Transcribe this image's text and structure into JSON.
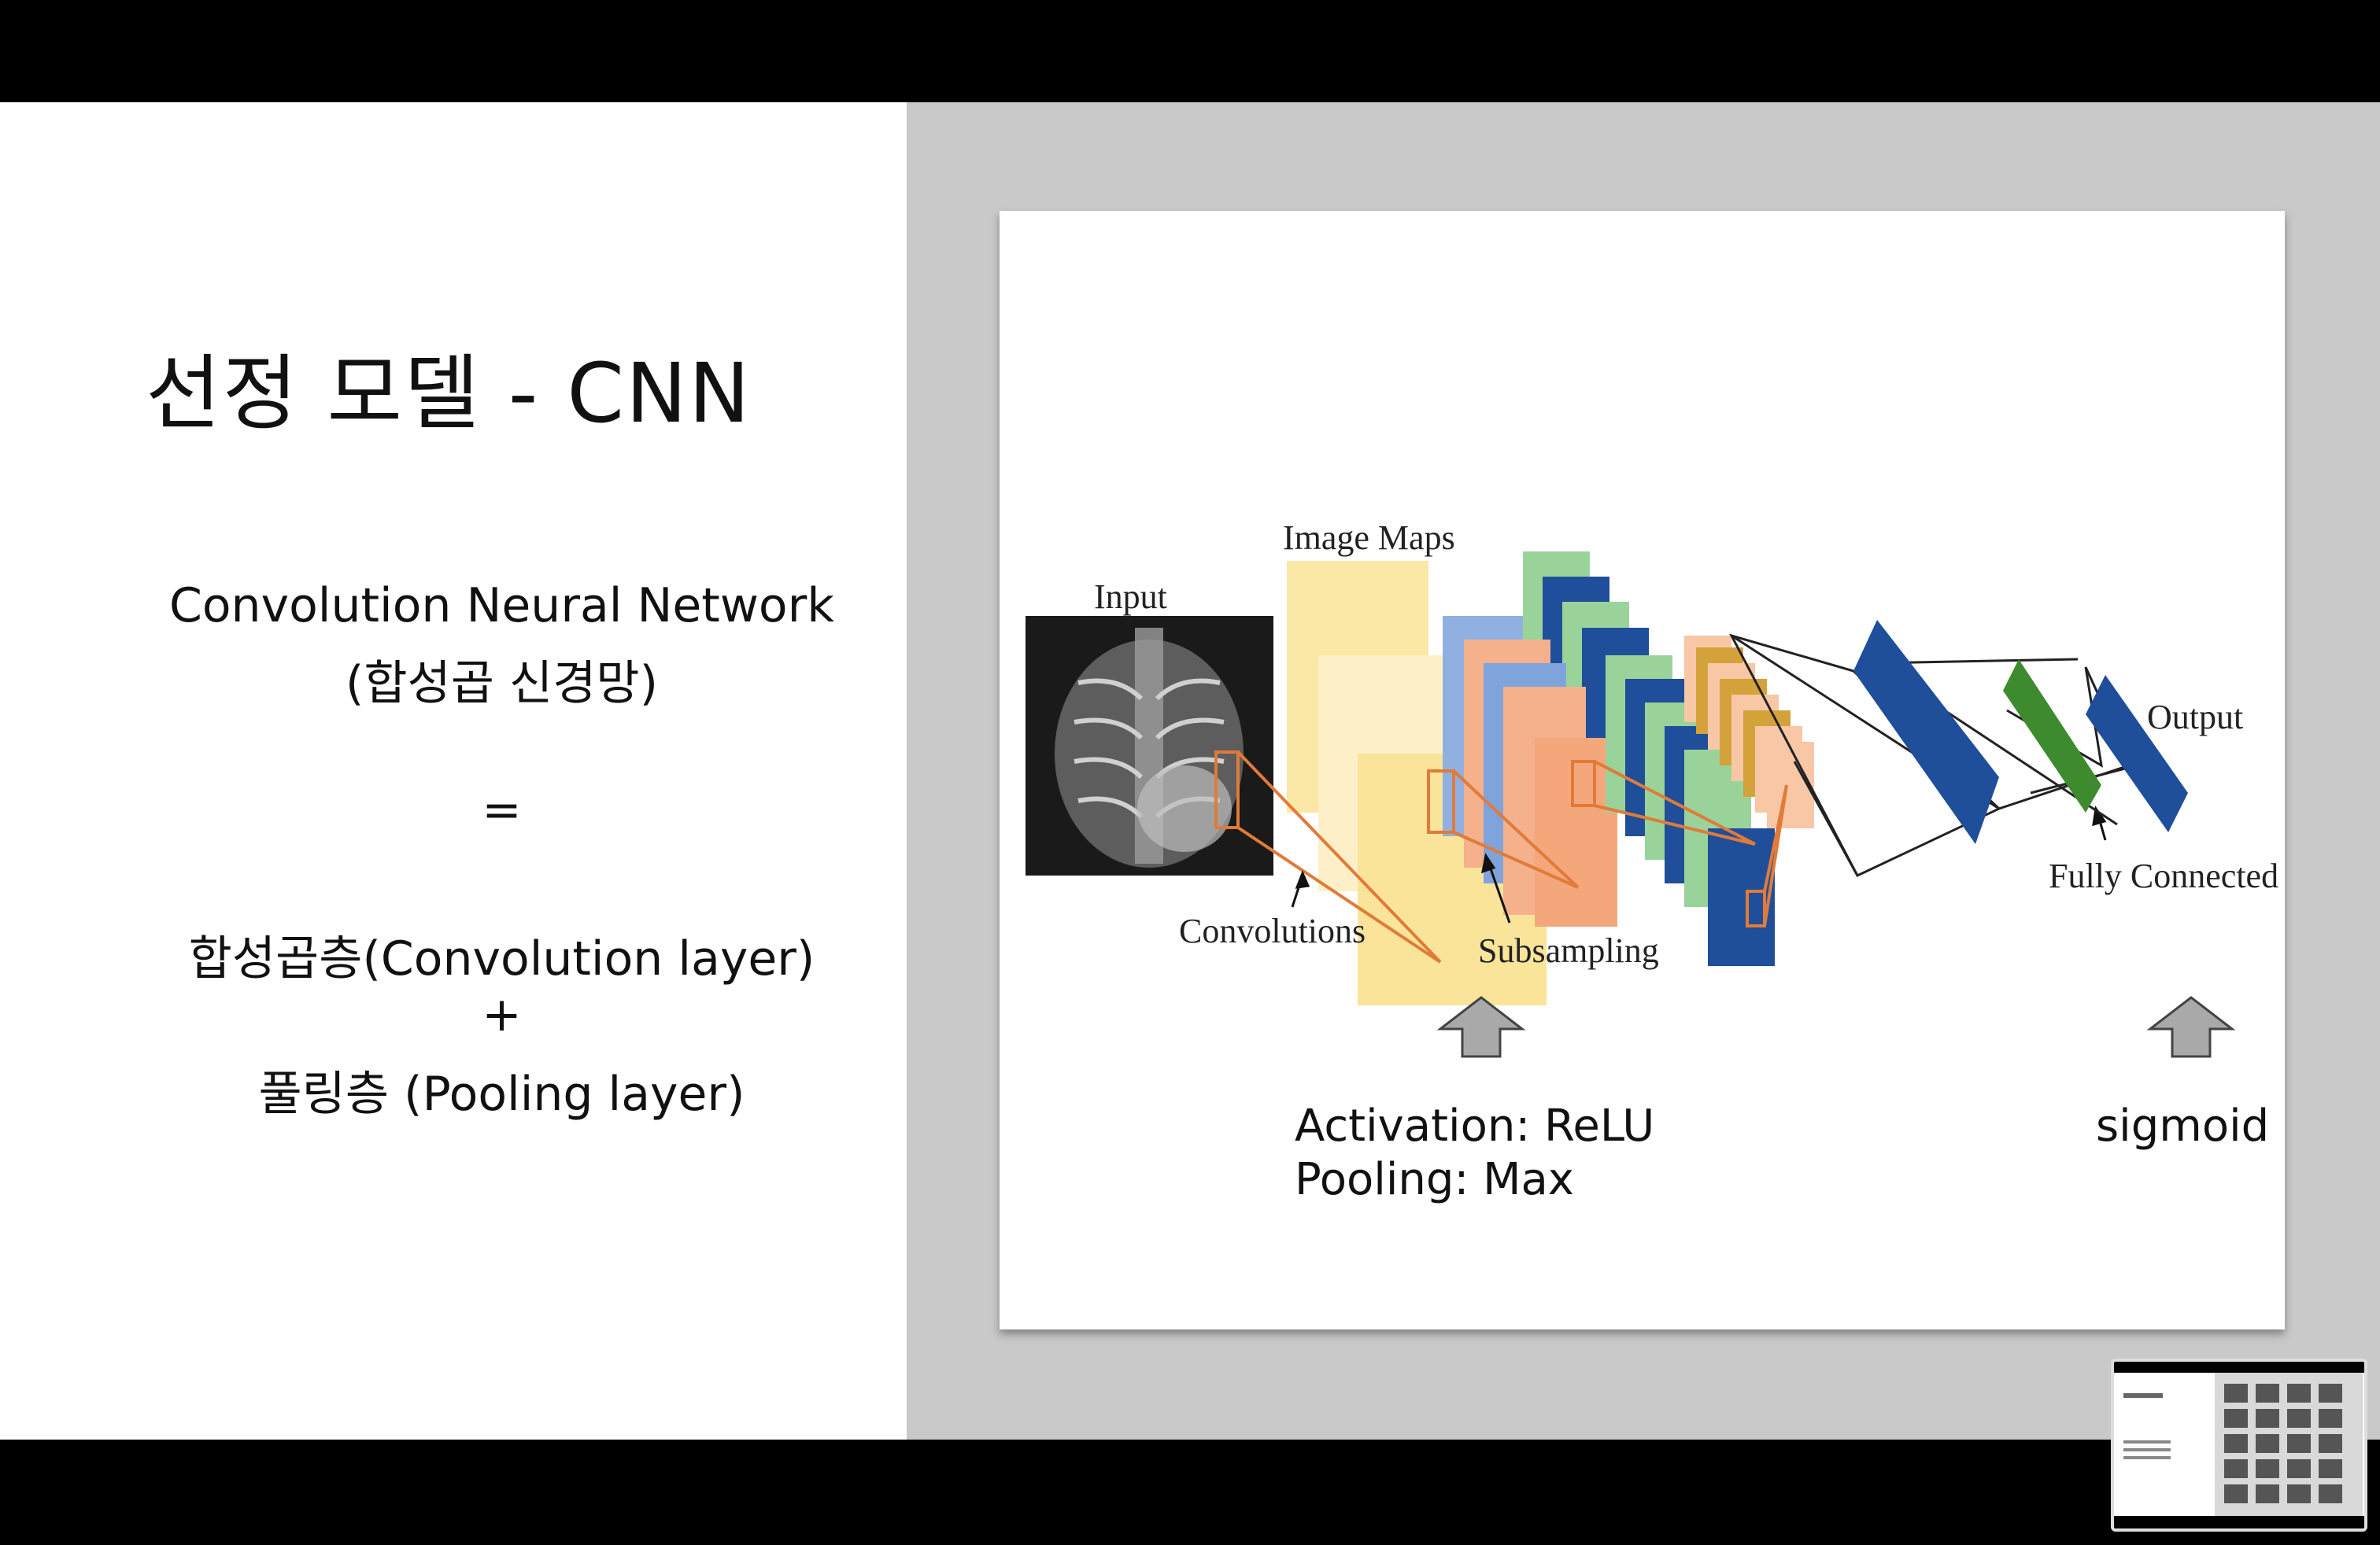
{
  "slide": {
    "title": "선정 모델 - CNN",
    "line1": "Convolution Neural Network",
    "line2": "(합성곱 신경망)",
    "equals": "=",
    "line3": "합성곱층(Convolution layer)",
    "plus": "+",
    "line4": "풀링층 (Pooling layer)"
  },
  "diagram": {
    "labels": {
      "input": "Input",
      "image_maps": "Image Maps",
      "convolutions": "Convolutions",
      "subsampling": "Subsampling",
      "output": "Output",
      "fully_connected": "Fully Connected"
    },
    "activation": "Activation: ReLU",
    "pooling": "Pooling: Max",
    "sigmoid": "sigmoid"
  },
  "colors": {
    "arrow_fill": "#a9a9a9",
    "orange_box": "#e07b39",
    "blue": "#1f4e9a",
    "green": "#3e8a2e",
    "panel_gray": "#c8c9c8"
  }
}
